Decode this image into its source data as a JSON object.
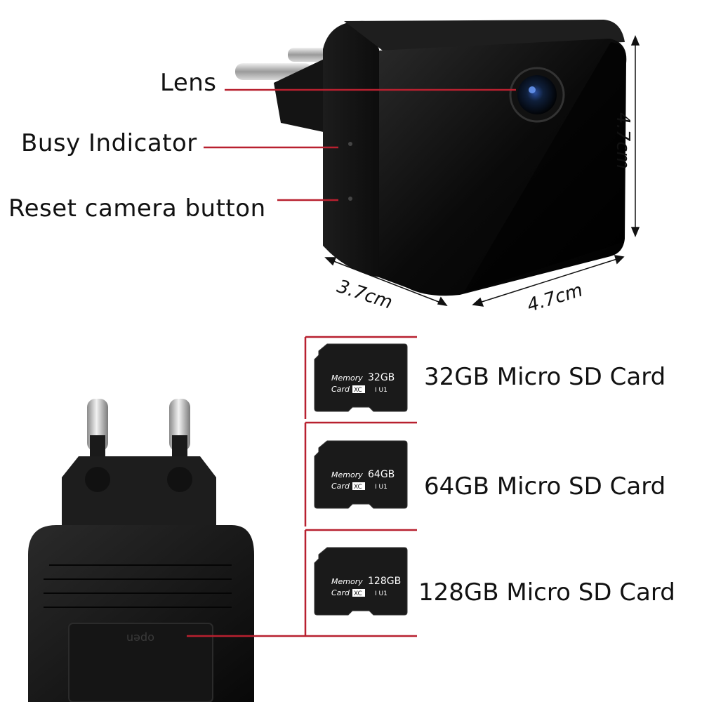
{
  "callouts": {
    "lens": "Lens",
    "busy_indicator": "Busy Indicator",
    "reset_button": "Reset camera button"
  },
  "dimensions": {
    "height": "4.7cm",
    "depth": "3.7cm",
    "width": "4.7cm"
  },
  "sd_cards": [
    {
      "label": "32GB Micro SD Card",
      "card_brand": "Memory",
      "card_capacity": "32GB",
      "card_type": "Card",
      "card_class": "XC",
      "card_speed": "I U1"
    },
    {
      "label": "64GB Micro SD Card",
      "card_brand": "Memory",
      "card_capacity": "64GB",
      "card_type": "Card",
      "card_class": "XC",
      "card_speed": "I U1"
    },
    {
      "label": "128GB Micro SD Card",
      "card_brand": "Memory",
      "card_capacity": "128GB",
      "card_type": "Card",
      "card_class": "XC",
      "card_speed": "I U1"
    }
  ],
  "charger": {
    "slot_text": "open"
  },
  "colors": {
    "callout_line": "#b8202f",
    "device_body": "#0b0b0b"
  }
}
